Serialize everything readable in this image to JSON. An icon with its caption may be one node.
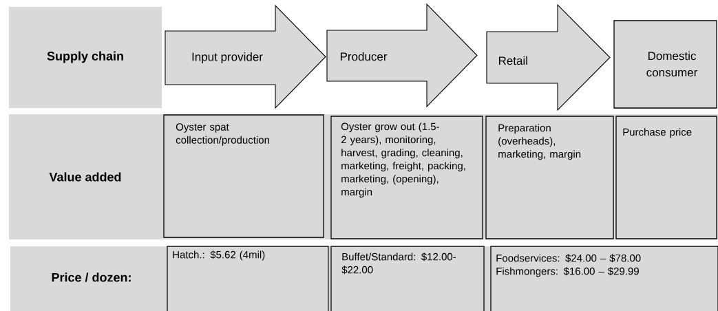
{
  "diagram": {
    "nodes": [
      {
        "text": [
          "Supply chain"
        ]
      },
      {
        "text": [
          "Input provider"
        ]
      },
      {
        "text": [
          "Producer"
        ]
      },
      {
        "text": [
          "Retail"
        ]
      },
      {
        "text": [
          "Domestic consumer"
        ]
      },
      {
        "text": [
          "Value added"
        ]
      },
      {
        "text": [
          "Oyster spat collection/production"
        ],
        "in": 5
      },
      {
        "text": [
          "Oyster grow out (1.5-2 years), monitoring, harvest, grading, cleaning, marketing, freight, packing, marketing, (opening), margin"
        ],
        "in": 5
      },
      {
        "text": [
          "Preparation (overheads), marketing, margin"
        ],
        "in": 5
      },
      {
        "text": [
          "Purchase price"
        ],
        "in": 5
      },
      {
        "text": [
          "Price / dozen:"
        ]
      },
      {
        "text": [
          "Hatch.: $5.62  (4mil)"
        ],
        "in": 10
      },
      {
        "text": [
          "Buffet/Standard: $12.00-$22.00"
        ],
        "in": 10
      },
      {
        "text": [
          "Foodservices: $24.00 – $78.00",
          "Fishmongers: $16.00 – $29.99"
        ],
        "in": 10
      }
    ]
  }
}
